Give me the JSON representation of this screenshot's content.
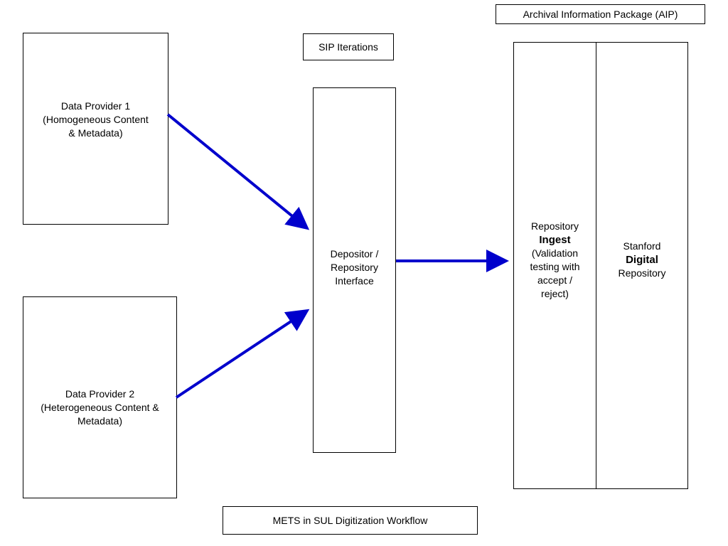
{
  "caption": "METS in SUL Digitization Workflow",
  "sip_label": "SIP Iterations",
  "aip_label": "Archival Information Package (AIP)",
  "provider1": {
    "lines": [
      "Data Provider 1",
      "(Homogeneous Content",
      "& Metadata)"
    ]
  },
  "provider2": {
    "lines": [
      "Data Provider 2",
      "(Heterogeneous Content &",
      "Metadata)"
    ]
  },
  "depositor": {
    "lines": [
      "Depositor /",
      "Repository",
      "Interface"
    ]
  },
  "ingest": {
    "line1": "Repository",
    "line2": "Ingest",
    "line3": "(Validation",
    "line4": "testing with",
    "line5": "accept /",
    "line6": "reject)"
  },
  "sdr": {
    "line1": "Stanford",
    "line2": "Digital",
    "line3": "Repository"
  },
  "colors": {
    "arrow": "#0000cc",
    "border": "#000000"
  }
}
